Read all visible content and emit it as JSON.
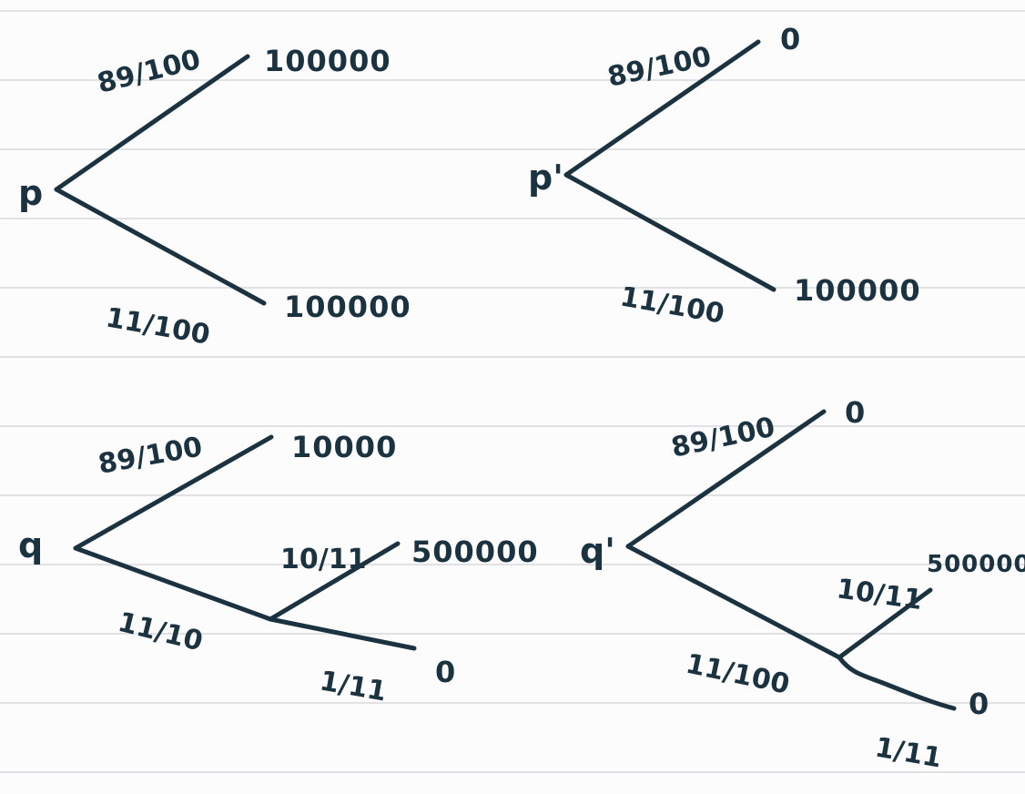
{
  "lotteries": [
    {
      "name": "p",
      "branches": [
        {
          "prob": "89/100",
          "outcome": "100000"
        },
        {
          "prob": "11/100",
          "outcome": "100000"
        }
      ]
    },
    {
      "name": "p'",
      "branches": [
        {
          "prob": "89/100",
          "outcome": "0"
        },
        {
          "prob": "11/100",
          "outcome": "100000"
        }
      ]
    },
    {
      "name": "q",
      "branches": [
        {
          "prob": "89/100",
          "outcome": "10000"
        },
        {
          "prob": "11/10",
          "sub": [
            {
              "prob": "10/11",
              "outcome": "500000"
            },
            {
              "prob": "1/11",
              "outcome": "0"
            }
          ]
        }
      ]
    },
    {
      "name": "q'",
      "branches": [
        {
          "prob": "89/100",
          "outcome": "0"
        },
        {
          "prob": "11/100",
          "sub": [
            {
              "prob": "10/11",
              "outcome": "500000"
            },
            {
              "prob": "1/11",
              "outcome": "0"
            }
          ]
        }
      ]
    }
  ]
}
